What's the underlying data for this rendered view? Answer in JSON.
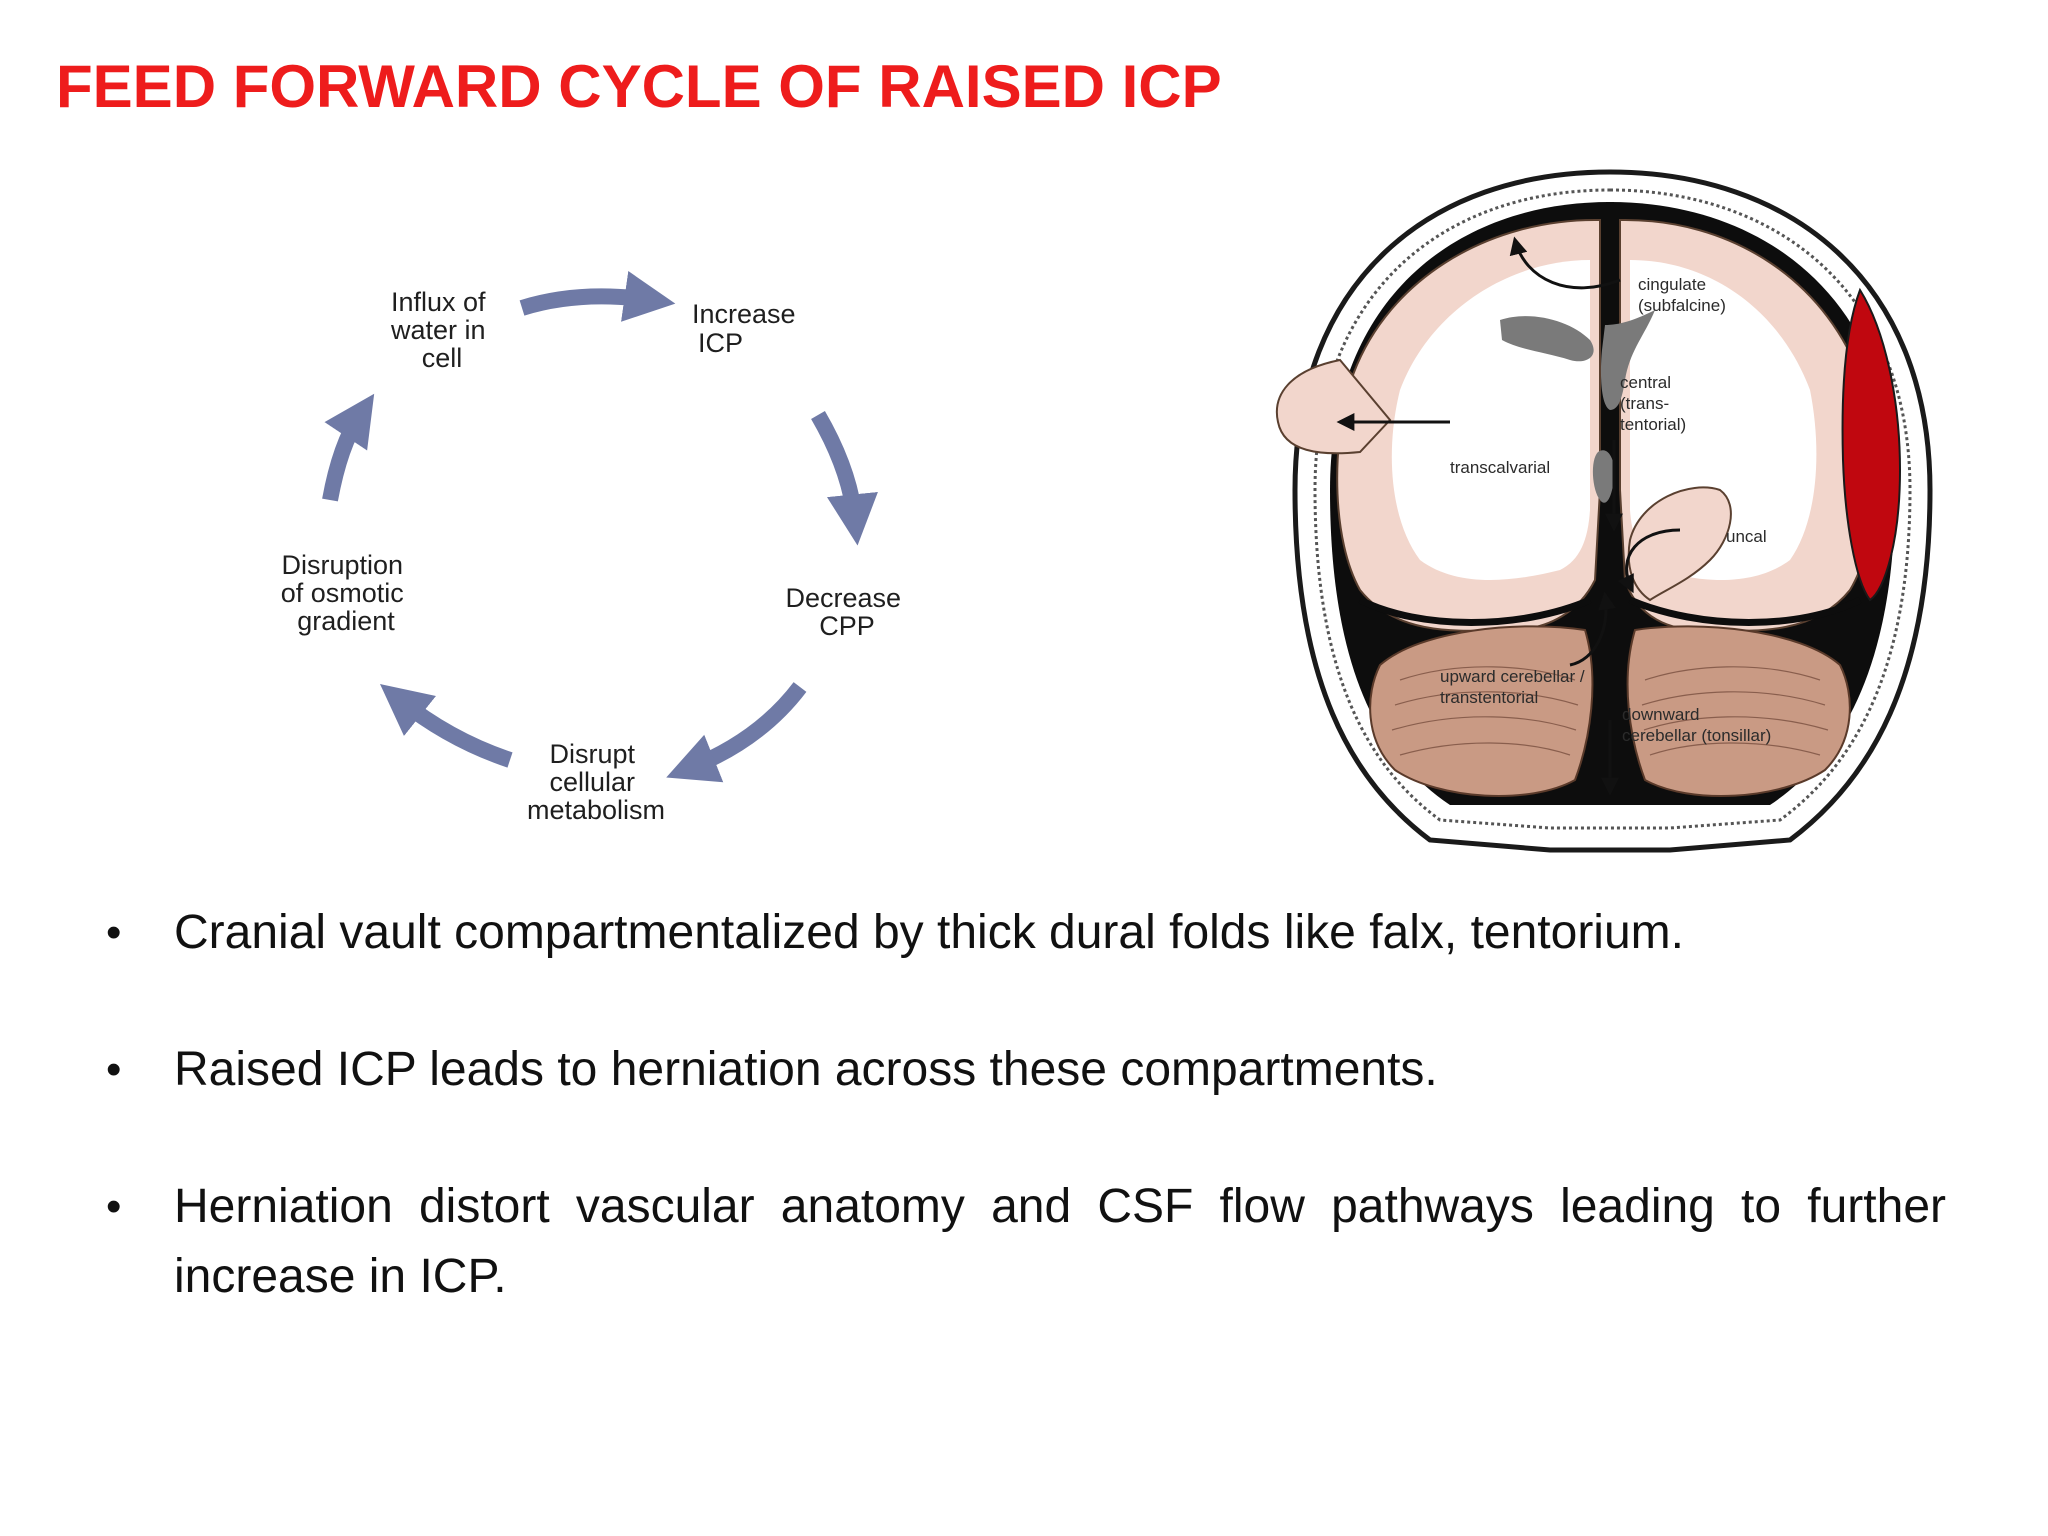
{
  "slide": {
    "title": "FEED FORWARD CYCLE OF RAISED ICP"
  },
  "cycle": {
    "nodes": [
      {
        "id": "influx",
        "lines": [
          "Influx of",
          "water in",
          "cell"
        ]
      },
      {
        "id": "increase-icp",
        "lines": [
          "Increase",
          "ICP"
        ]
      },
      {
        "id": "decrease-cpp",
        "lines": [
          "Decrease",
          "CPP"
        ]
      },
      {
        "id": "disrupt-metabolism",
        "lines": [
          "Disrupt",
          "cellular",
          "metabolism"
        ]
      },
      {
        "id": "disruption-osmotic",
        "lines": [
          "Disruption",
          "of osmotic",
          "gradient"
        ]
      }
    ],
    "arrow_color": "#6f7aa6"
  },
  "brain": {
    "labels": {
      "cingulate": [
        "cingulate",
        "(subfalcine)"
      ],
      "central": [
        "central",
        "(trans-",
        "tentorial)"
      ],
      "transcalvarial": [
        "transcalvarial"
      ],
      "uncal": [
        "uncal"
      ],
      "upward": [
        "upward cerebellar /",
        "transtentorial"
      ],
      "downward": [
        "downward",
        "cerebellar (tonsillar)"
      ]
    },
    "colors": {
      "brain": "#f2d6cc",
      "cerebellum": "#c99a84",
      "hematoma": "#c0070f",
      "ventricle": "#7a7a7a"
    }
  },
  "bullets": [
    "Cranial vault compartmentalized by  thick dural folds like falx, tentorium.",
    "Raised ICP leads to herniation across these compartments.",
    "Herniation distort vascular anatomy and CSF flow pathways leading to further increase in ICP."
  ],
  "colors": {
    "title": "#ee1c1c"
  }
}
